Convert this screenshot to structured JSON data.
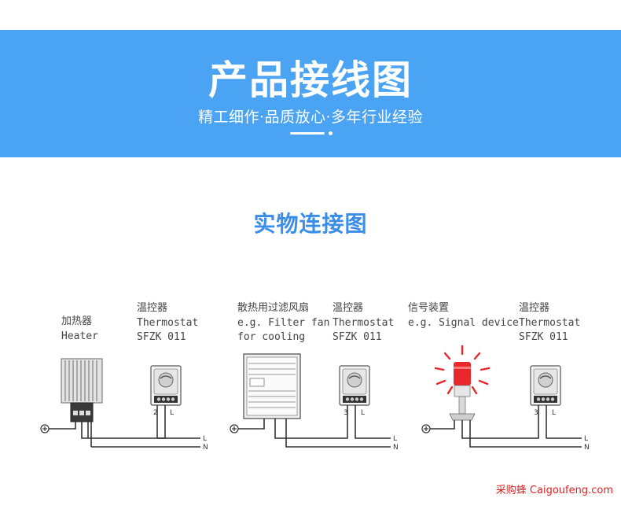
{
  "banner": {
    "title": "产品接线图",
    "subtitle": "精工细作·品质放心·多年行业经验"
  },
  "section": {
    "title": "实物连接图"
  },
  "panels": [
    {
      "device_cn": "加热器",
      "device_en1": "Heater",
      "device_en2": "",
      "thermo_cn": "温控器",
      "thermo_en": "Thermostat",
      "thermo_model": "SFZK 011",
      "terminal_a": "2",
      "terminal_b": "L"
    },
    {
      "device_cn": "散热用过滤风扇",
      "device_en1": "e.g. Filter fan",
      "device_en2": "for cooling",
      "thermo_cn": "温控器",
      "thermo_en": "Thermostat",
      "thermo_model": "SFZK 011",
      "terminal_a": "3",
      "terminal_b": "L"
    },
    {
      "device_cn": "信号装置",
      "device_en1": "e.g. Signal device",
      "device_en2": "",
      "thermo_cn": "温控器",
      "thermo_en": "Thermostat",
      "thermo_model": "SFZK 011",
      "terminal_a": "3",
      "terminal_b": "L"
    }
  ],
  "lines": {
    "l": "L",
    "n": "N"
  },
  "watermark": "采购蜂 Caigoufeng.com",
  "colors": {
    "banner": "#4aa3f3",
    "section_title": "#3b8ee8",
    "signal_light": "#e8282a",
    "watermark": "#e02020"
  }
}
